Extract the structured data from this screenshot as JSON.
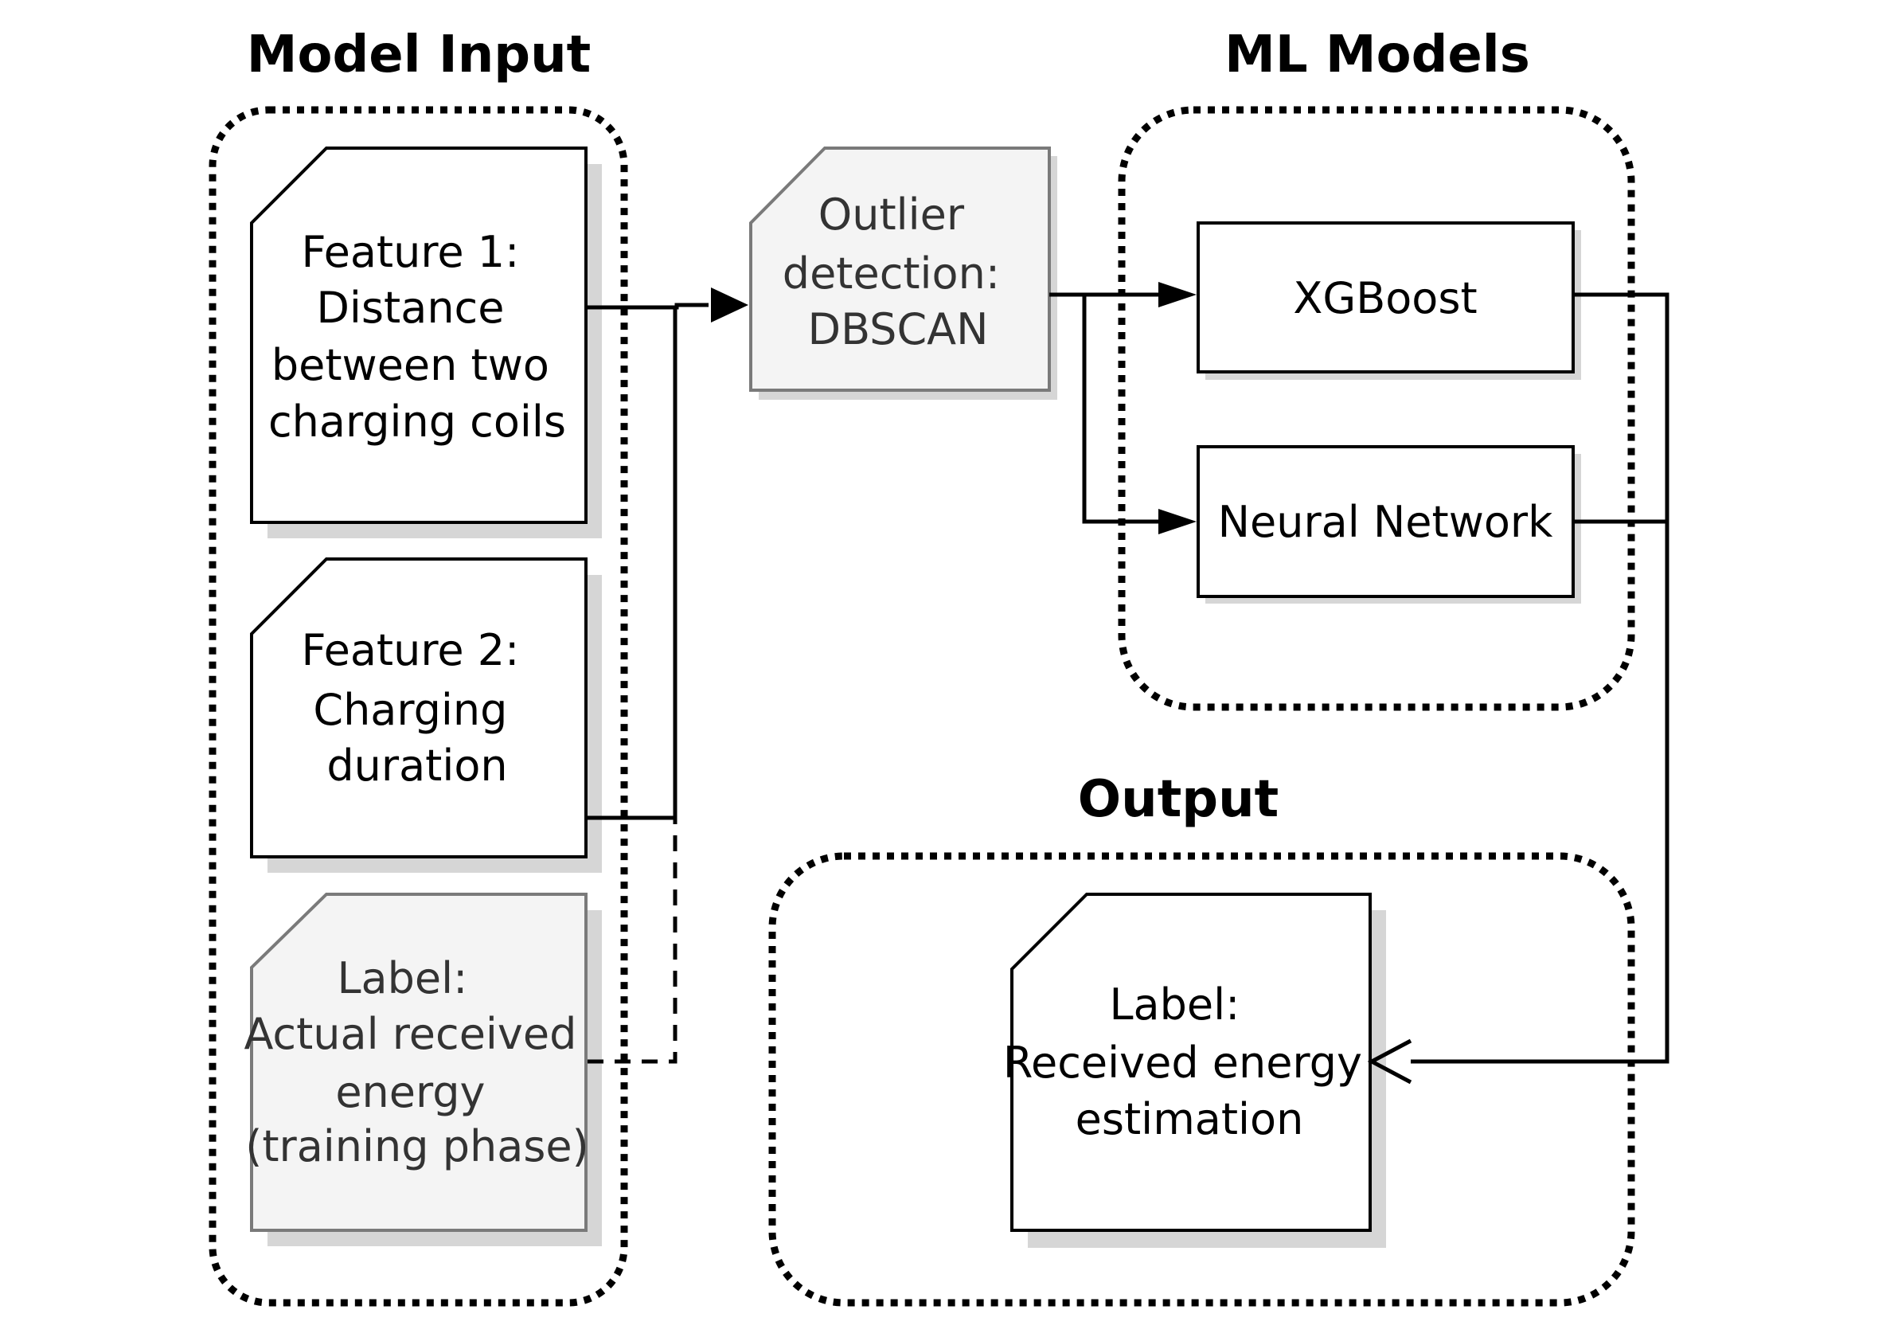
{
  "groups": {
    "model_input": {
      "title": "Model Input"
    },
    "ml_models": {
      "title": "ML Models"
    },
    "output": {
      "title": "Output"
    }
  },
  "nodes": {
    "feature1": {
      "lines": [
        "Feature 1:",
        "Distance",
        "between two",
        "charging coils"
      ]
    },
    "feature2": {
      "lines": [
        "Feature 2:",
        "Charging",
        "duration"
      ]
    },
    "label_input": {
      "lines": [
        "Label:",
        "Actual received",
        "energy",
        "(training phase)"
      ]
    },
    "outlier": {
      "lines": [
        "Outlier",
        "detection:",
        "DBSCAN"
      ]
    },
    "xgboost": {
      "label": "XGBoost"
    },
    "neural_network": {
      "label": "Neural Network"
    },
    "label_output": {
      "lines": [
        "Label:",
        "Received energy",
        "estimation"
      ]
    }
  },
  "colors": {
    "line": "#000000",
    "node_fill": "#ffffff",
    "muted_fill": "#f4f4f4",
    "muted_stroke": "#7a7a7a",
    "shadow": "#d6d6d6"
  }
}
